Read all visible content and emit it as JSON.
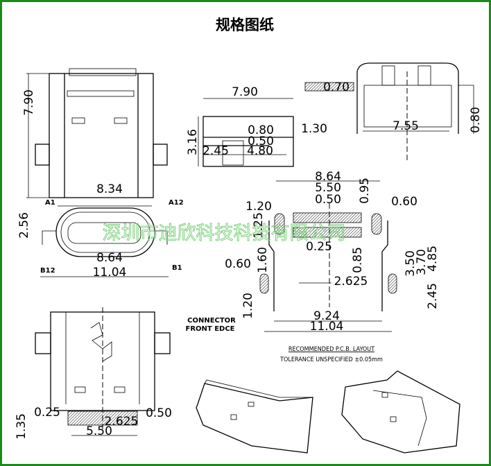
{
  "title": "规格图纸",
  "watermark": "深圳市迪欣科技科技有限公司",
  "top_view": {
    "height": "7.90"
  },
  "side_view": {
    "length": "7.90",
    "height": "3.16",
    "d080": "0.80",
    "d130": "1.30",
    "d050": "0.50",
    "d245": "2.45",
    "d480": "4.80"
  },
  "front_view": {
    "d070": "0.70",
    "width": "7.55",
    "d080": "0.80"
  },
  "port_view": {
    "d834": "8.34",
    "a1": "A1",
    "a12": "A12",
    "d256": "2.56",
    "d864": "8.64",
    "b12": "B12",
    "b1": "B1",
    "d1104": "11.04"
  },
  "pcb_layout": {
    "d864": "8.64",
    "d550": "5.50",
    "d050": "0.50",
    "d095": "0.95",
    "d120a": "1.20",
    "d060a": "0.60",
    "d125": "1.25",
    "d025": "0.25",
    "d085": "0.85",
    "d160": "1.60",
    "d060b": "0.60",
    "d2625": "2.625",
    "d350": "3.50",
    "d370": "3.70",
    "d485": "4.85",
    "d245": "2.45",
    "d120b": "1.20",
    "connector": "CONNECTOR",
    "front_edge": "FRONT EDCE",
    "d924": "9.24",
    "d1104": "11.04",
    "caption": "RECOMMENDED  P.C.B. LAYOUT",
    "tolerance": "TOLERANCE UNSPECIFIED ±0.05mm"
  },
  "bottom_view": {
    "d025": "0.25",
    "d050": "0.50",
    "d2625": "2.625",
    "d550": "5.50",
    "d135": "1.35"
  }
}
